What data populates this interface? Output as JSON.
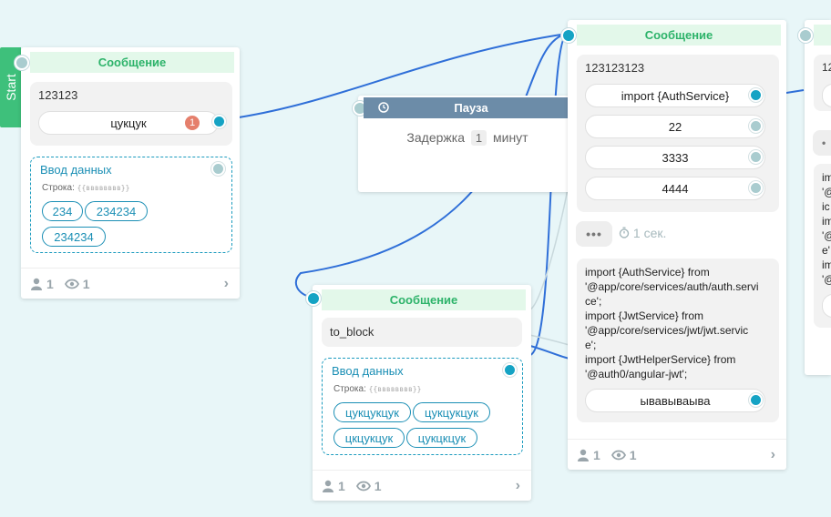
{
  "start": {
    "label": "Start"
  },
  "card1": {
    "title": "Сообщение",
    "message": "123123",
    "button": "цукцук",
    "badge": "1",
    "input": {
      "title": "Ввод данных",
      "sub_label": "Строка:",
      "sub_tpl": "{{вввввввв}}",
      "chips": [
        "234",
        "234234",
        "234234"
      ]
    },
    "footer": {
      "users": "1",
      "views": "1"
    }
  },
  "pause": {
    "title": "Пауза",
    "label": "Задержка",
    "value": "1",
    "unit": "минут"
  },
  "card2": {
    "title": "Сообщение",
    "message": "to_block",
    "input": {
      "title": "Ввод данных",
      "sub_label": "Строка:",
      "sub_tpl": "{{вввввввв}}",
      "chips": [
        "цукцукцук",
        "цукцукцук",
        "цкцукцук",
        "цукцкцук"
      ]
    },
    "footer": {
      "users": "1",
      "views": "1"
    }
  },
  "card3": {
    "title": "Сообщение",
    "message": "123123123",
    "buttons": [
      "import {AuthService}",
      "22",
      "3333",
      "4444"
    ],
    "dots": "•••",
    "timer": "1 сек.",
    "code_lines": [
      "import {AuthService} from",
      "'@app/core/services/auth/auth.servi",
      "ce';",
      "import {JwtService} from",
      "'@app/core/services/jwt/jwt.servic",
      "e';",
      "import {JwtHelperService} from",
      "'@auth0/angular-jwt';"
    ],
    "code_button": "ывавываыва",
    "footer": {
      "users": "1",
      "views": "1"
    }
  },
  "card4": {
    "message": "12",
    "code_lines": [
      "im",
      "'@",
      "ic",
      "im",
      "'@",
      "e'",
      "im",
      "'@"
    ]
  },
  "colors": {
    "link": "#2f6fd8",
    "port": "#15a3c4",
    "header_green": "#2db36a",
    "pause_header": "#6c8ca8"
  }
}
